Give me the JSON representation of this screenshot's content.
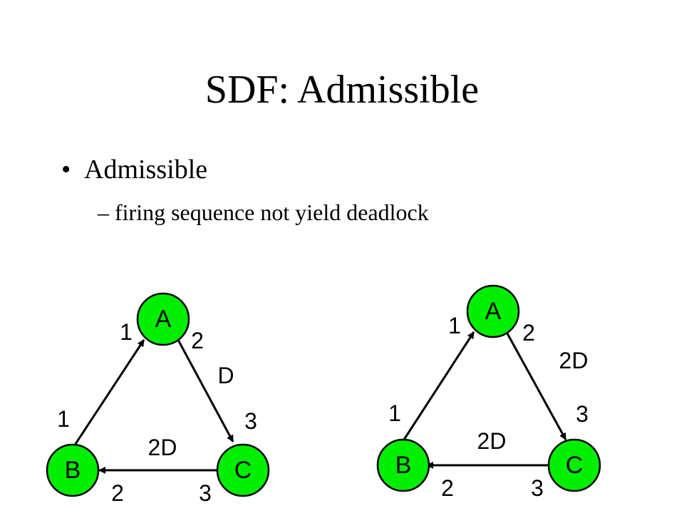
{
  "slide": {
    "title": "SDF: Admissible",
    "bullet": "Admissible",
    "sub_bullet": "firing sequence not yield deadlock"
  },
  "colors": {
    "node_fill": "#00ee00",
    "stroke": "#000000"
  },
  "graphs": [
    {
      "nodes": {
        "A": "A",
        "B": "B",
        "C": "C"
      },
      "edges": {
        "BA": {
          "source_rate": "1",
          "sink_rate": "1",
          "delay": ""
        },
        "AC": {
          "source_rate": "2",
          "sink_rate": "3",
          "delay": "D"
        },
        "CB": {
          "source_rate": "3",
          "sink_rate": "2",
          "delay": "2D"
        }
      }
    },
    {
      "nodes": {
        "A": "A",
        "B": "B",
        "C": "C"
      },
      "edges": {
        "BA": {
          "source_rate": "1",
          "sink_rate": "1",
          "delay": ""
        },
        "AC": {
          "source_rate": "2",
          "sink_rate": "3",
          "delay": "2D"
        },
        "CB": {
          "source_rate": "3",
          "sink_rate": "2",
          "delay": "2D"
        }
      }
    }
  ]
}
